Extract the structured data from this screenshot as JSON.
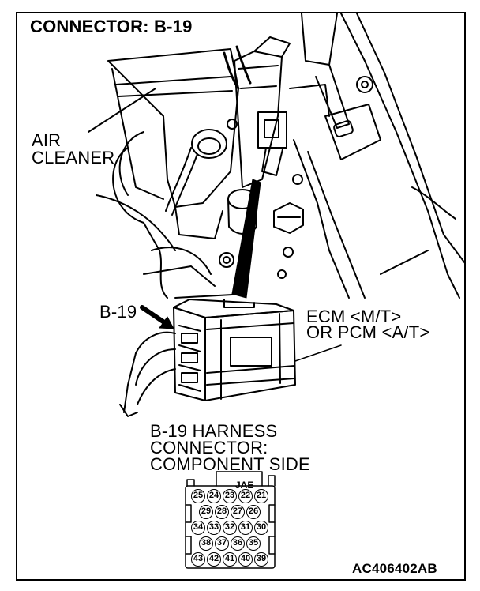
{
  "title": "CONNECTOR: B-19",
  "labels": {
    "air_cleaner_line1": "AIR",
    "air_cleaner_line2": "CLEANER",
    "connector_callout": "B-19",
    "ecm_line1": "ECM <M/T>",
    "ecm_line2": "OR PCM <A/T>",
    "harness_line1": "B-19 HARNESS",
    "harness_line2": "CONNECTOR:",
    "harness_line3": "COMPONENT SIDE",
    "connector_brand": "JAE"
  },
  "pins": {
    "row1": [
      "25",
      "24",
      "23",
      "22",
      "21"
    ],
    "row2": [
      "29",
      "28",
      "27",
      "26"
    ],
    "row3": [
      "34",
      "33",
      "32",
      "31",
      "30"
    ],
    "row4": [
      "38",
      "37",
      "36",
      "35"
    ],
    "row5": [
      "43",
      "42",
      "41",
      "40",
      "39"
    ]
  },
  "reference_code": "AC406402AB",
  "colors": {
    "ink": "#000000",
    "paper": "#ffffff"
  }
}
